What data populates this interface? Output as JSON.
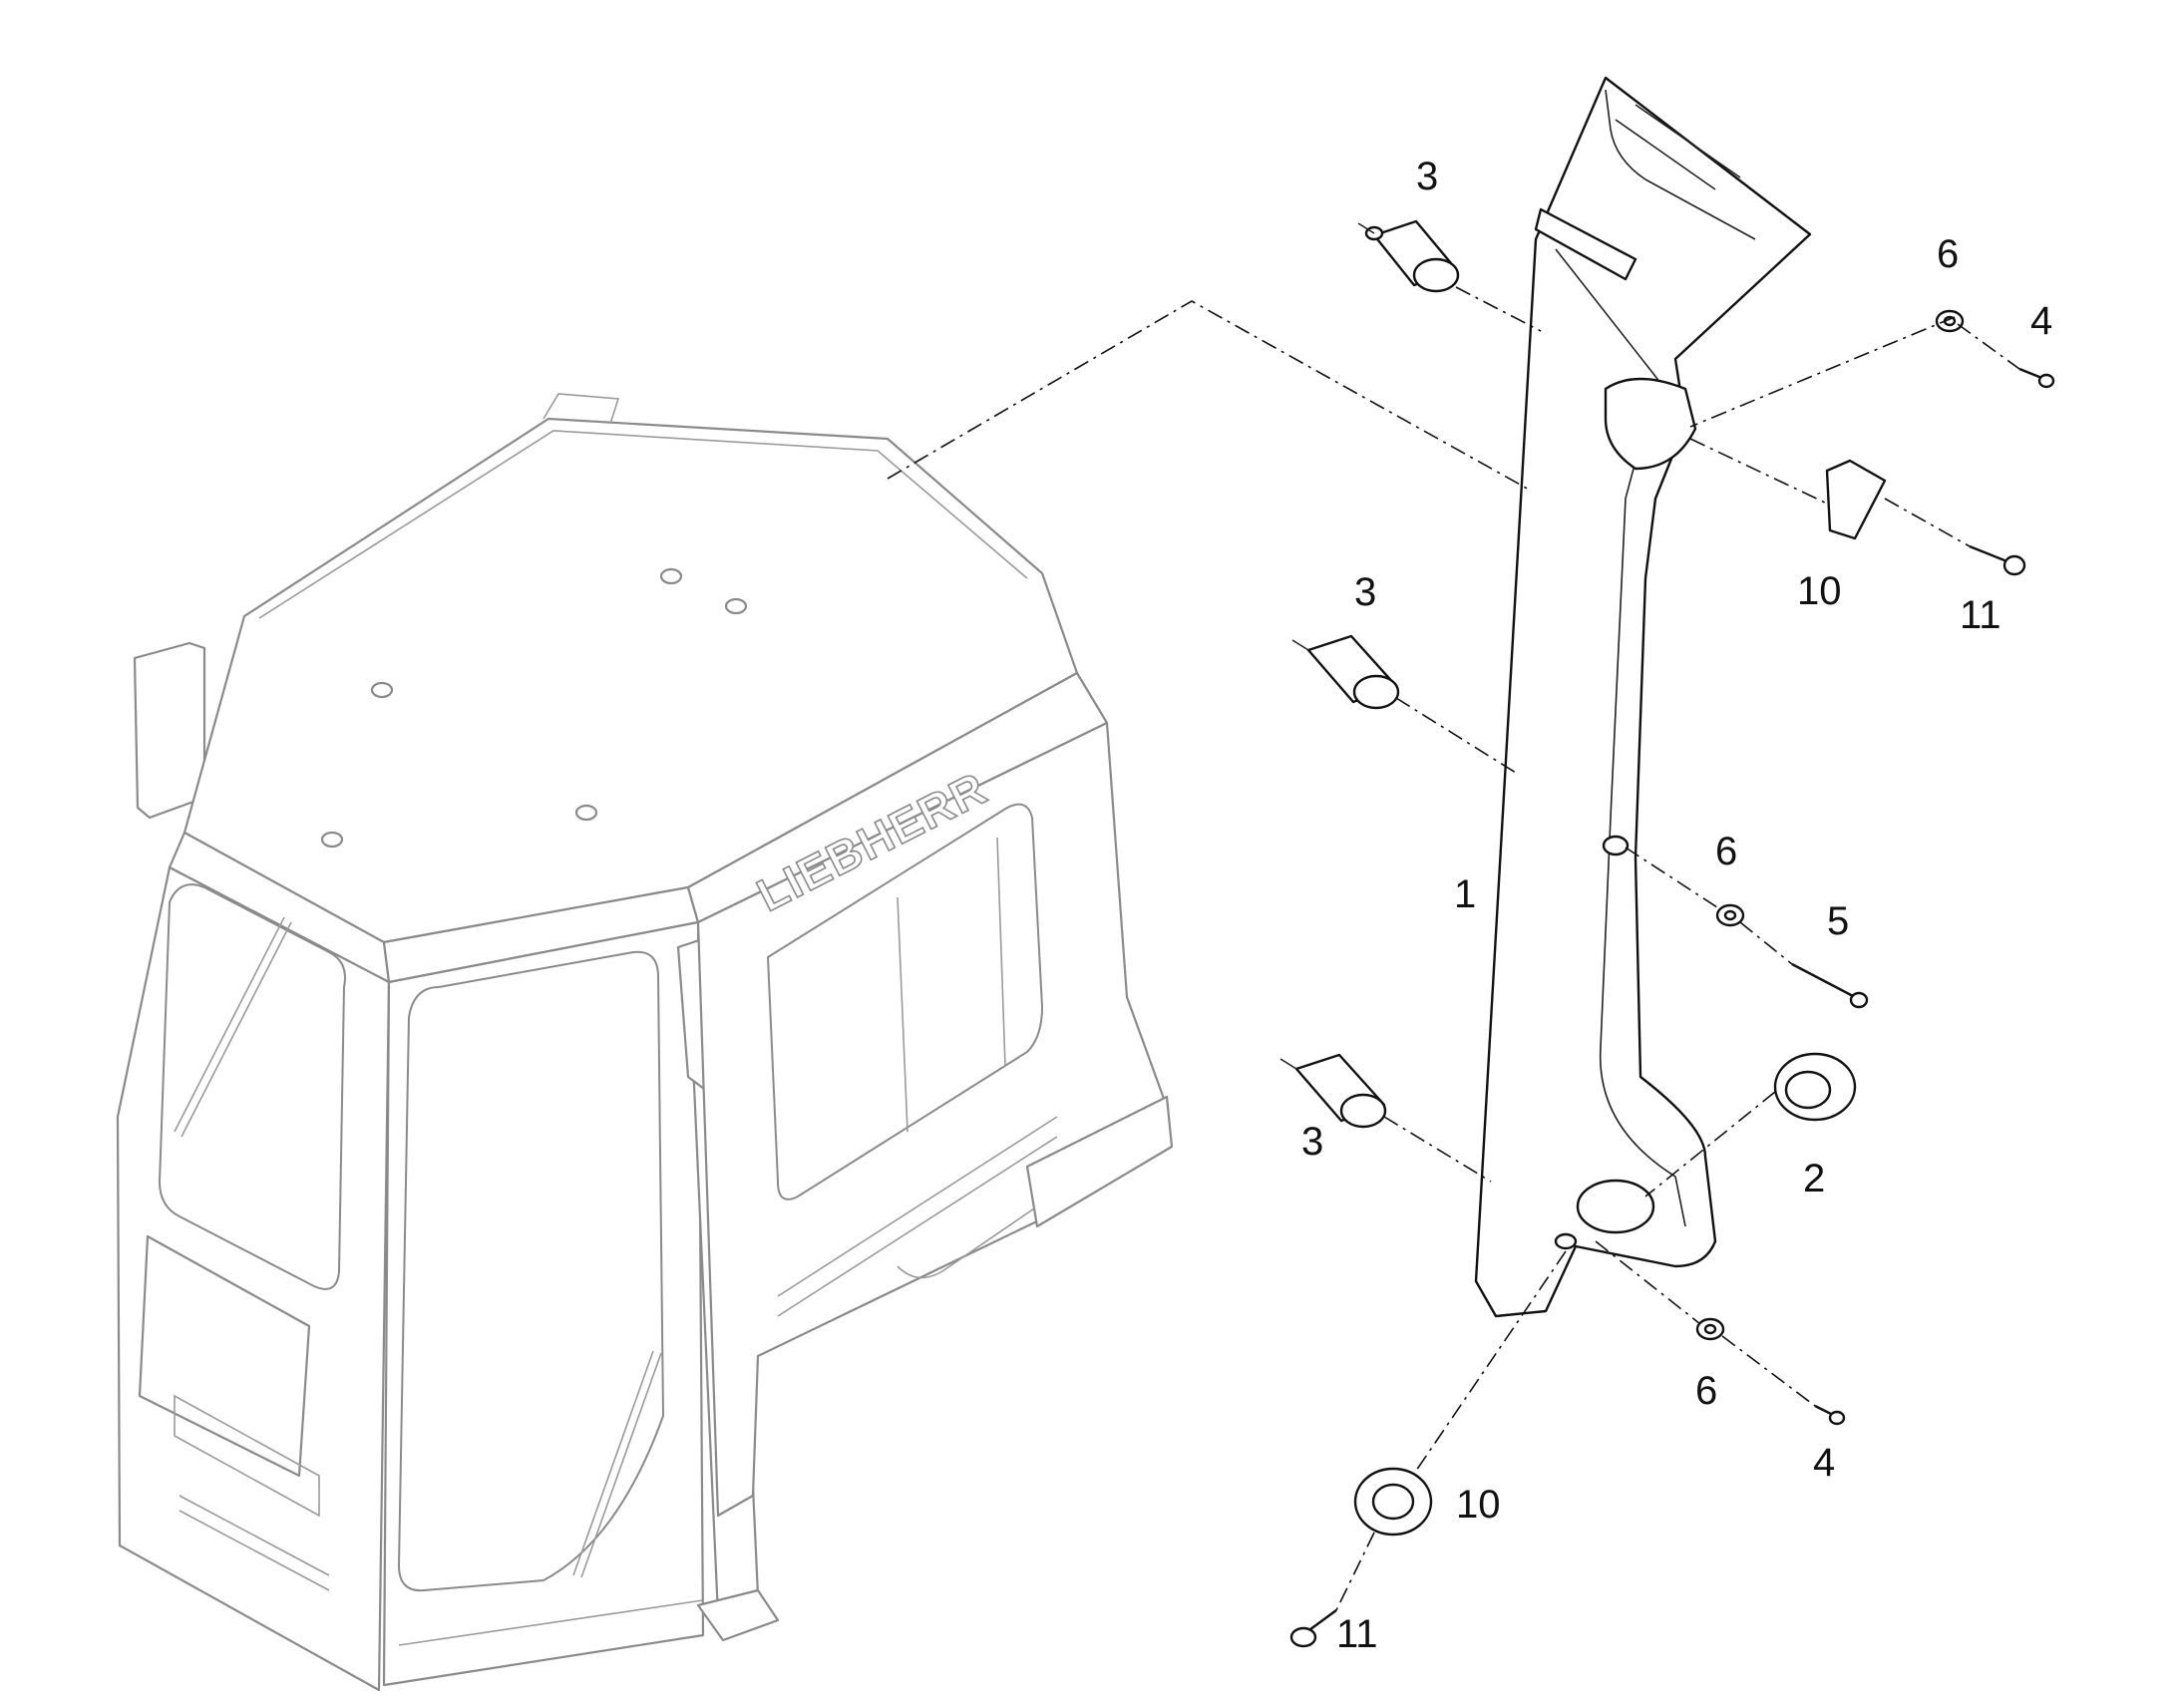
{
  "diagram": {
    "brand_lettering": "LIEBHERR",
    "callouts": [
      {
        "id": "c3a",
        "text": "3"
      },
      {
        "id": "c6a",
        "text": "6"
      },
      {
        "id": "c4a",
        "text": "4"
      },
      {
        "id": "c10a",
        "text": "10"
      },
      {
        "id": "c11a",
        "text": "11"
      },
      {
        "id": "c3b",
        "text": "3"
      },
      {
        "id": "c6b",
        "text": "6"
      },
      {
        "id": "c1",
        "text": "1"
      },
      {
        "id": "c5",
        "text": "5"
      },
      {
        "id": "c3c",
        "text": "3"
      },
      {
        "id": "c2",
        "text": "2"
      },
      {
        "id": "c6c",
        "text": "6"
      },
      {
        "id": "c4b",
        "text": "4"
      },
      {
        "id": "c10b",
        "text": "10"
      },
      {
        "id": "c11b",
        "text": "11"
      }
    ]
  }
}
